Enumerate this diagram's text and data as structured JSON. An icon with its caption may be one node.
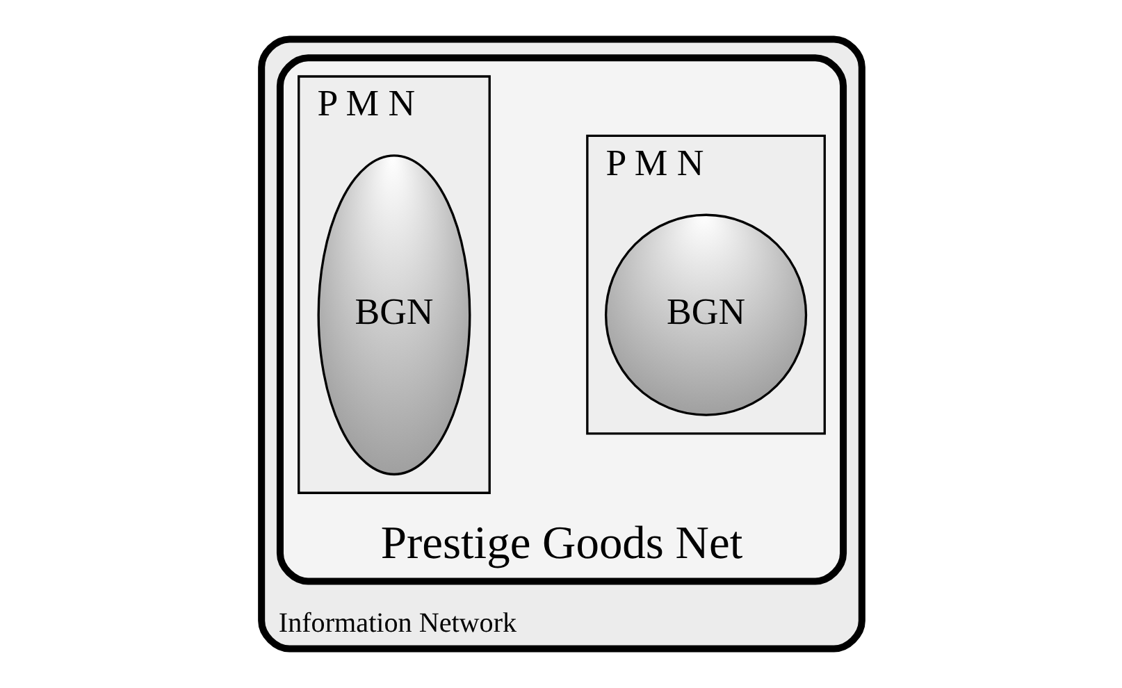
{
  "diagram": {
    "nodes": [
      {
        "text": [
          "Information Network"
        ]
      },
      {
        "text": [
          "Prestige Goods Net"
        ],
        "in": 0
      },
      {
        "text": [
          "P M N"
        ],
        "in": 1
      },
      {
        "text": [
          "BGN"
        ],
        "in": 2
      },
      {
        "text": [
          "P M N"
        ],
        "in": 1
      },
      {
        "text": [
          "BGN"
        ],
        "in": 4
      }
    ]
  }
}
